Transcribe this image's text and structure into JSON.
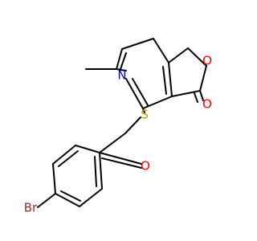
{
  "atoms": {
    "nitrogen": {
      "symbol": "N",
      "color": "#0000ff"
    },
    "ring_oxygen": {
      "symbol": "O",
      "color": "#ff0000"
    },
    "carbonyl_oxygen_lactone": {
      "symbol": "O",
      "color": "#ff0000"
    },
    "sulfur": {
      "symbol": "S",
      "color": "#b8a200"
    },
    "carbonyl_oxygen_ketone": {
      "symbol": "O",
      "color": "#ff0000"
    },
    "bromine": {
      "symbol": "Br",
      "color": "#a52a2a"
    }
  },
  "colors": {
    "bond": "#000000",
    "background": "#ffffff"
  }
}
